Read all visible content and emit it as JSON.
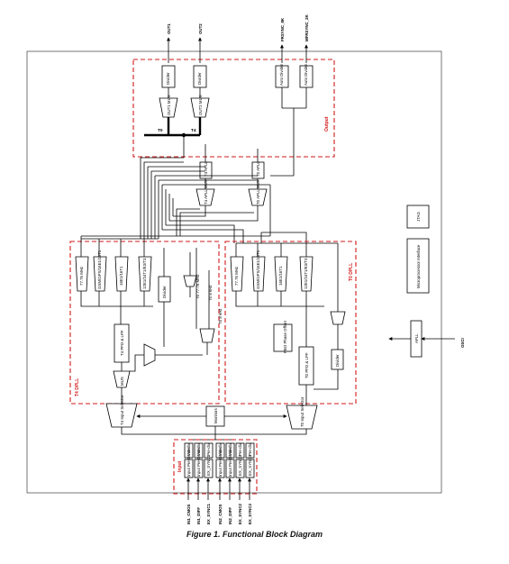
{
  "caption": "Figure 1. Functional Block Diagram",
  "colors": {
    "outline": "#000000",
    "group_border": "#d21a1a"
  },
  "outputs": {
    "pins": [
      "OUT1",
      "OUT2",
      "FRSYNC_8K",
      "MFRSYNC_2K"
    ],
    "divider": "Divider",
    "out1_mux": "OUT1 MUX",
    "out2_mux": "OUT2 MUX",
    "sync_divider": "Auto Divider",
    "group_label": "Output",
    "tap_t0": "T0",
    "tap_t4": "T4"
  },
  "apll": {
    "t4_apll": "T4 APLL",
    "t0_apll": "T0 APLL",
    "t4_apll_mux": "T4 APLL MUX",
    "t0_apll_mux": "T0 APLL MUX"
  },
  "side": {
    "jtag": "JTAG",
    "micro": "Microprocessor Interface",
    "apll": "APLL",
    "osci": "OSCI"
  },
  "t4_dpll": {
    "group_label": "T4 DPLL",
    "freq1": "77.76 MHz",
    "freq2": "GSM/GPS/16E1/16T1",
    "freq3": "16E1/16T1",
    "freq4": "12E1/24T1/E3/T3",
    "divider": "Divider",
    "pfd": "T4 PFD & LPF",
    "mux": "MUX",
    "sel_in1": "T0 77.76 MHz",
    "sel_in2": "T0 8 kHz",
    "sel_in3": "T0 8 kHz"
  },
  "t0_dpll": {
    "group_label": "T0 DPLL",
    "freq1": "77.76 MHz",
    "freq2": "GSM/GPS/16E1/16T1",
    "freq3": "16E1/16T1",
    "freq4": "12E1/24T1/E3/T3",
    "pfd": "T0 PFD & LPF",
    "offset": "PBO Phase Offset",
    "divider": "Divider"
  },
  "selectors": {
    "t4_selector": "T4 Input Selector",
    "t0_selector": "T0 Input Selector",
    "monitors": "Monitors"
  },
  "input": {
    "group_label": "Input",
    "pins": [
      "IN1_CMOS",
      "IN1_DIFF",
      "EX_SYNC1",
      "IN2_CMOS",
      "IN2_DIFF",
      "EX_SYNC2",
      "EX_SYNC3"
    ],
    "divider_label": "Input Pre-Divider",
    "ready_label": "Pre-div",
    "sync_labels": [
      "EX_SYNC1",
      "EX_SYNC2",
      "EX_SYNC3"
    ]
  }
}
